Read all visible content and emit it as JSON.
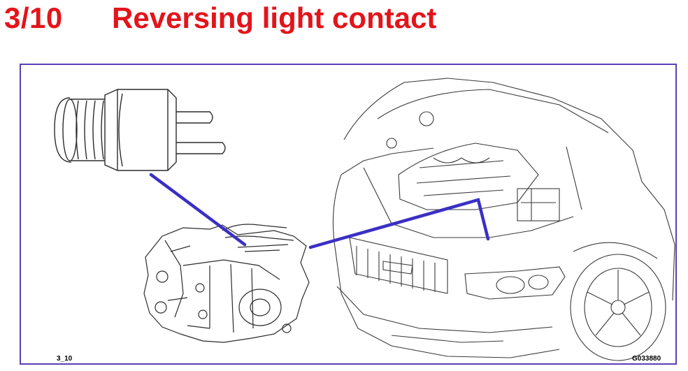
{
  "slide": {
    "number": "3/10",
    "title": "Reversing light contact"
  },
  "figure": {
    "left_code": "3_10",
    "right_code": "G033880"
  },
  "colors": {
    "title": "#e3141b",
    "frame": "#5b3fb8",
    "callout_line": "#3a2fc4",
    "line_art": "#2b2b2b"
  },
  "icons": [
    "reversing-light-switch-icon",
    "gearbox-icon",
    "car-engine-bay-icon"
  ]
}
